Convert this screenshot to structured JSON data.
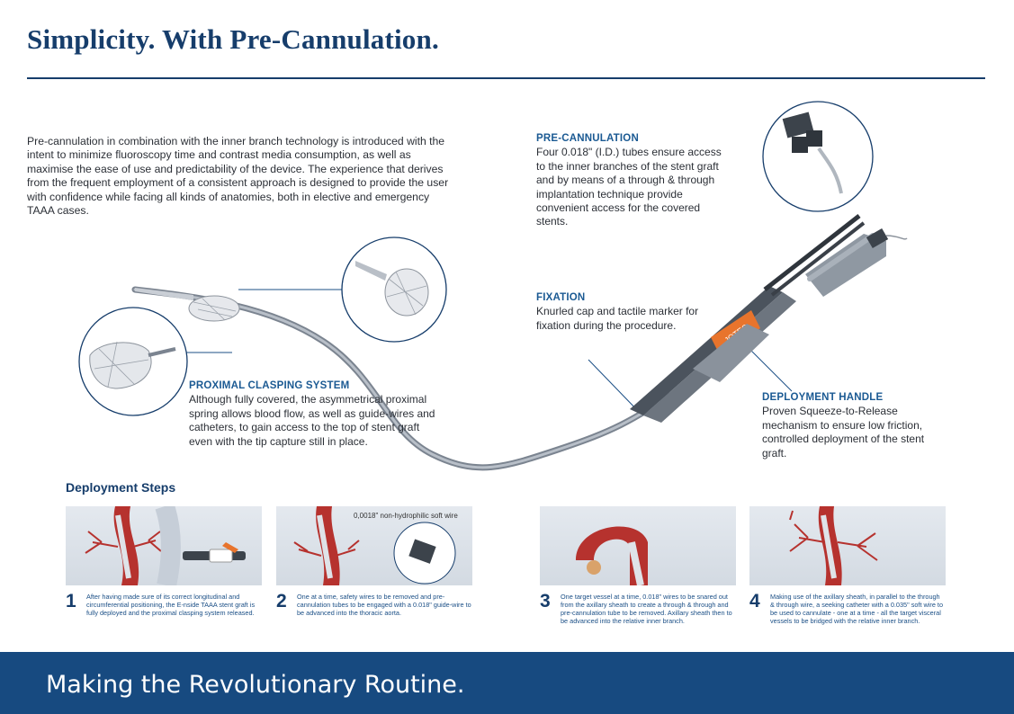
{
  "title": "Simplicity. With Pre-Cannulation.",
  "intro": "Pre-cannulation in combination with the inner branch technology is introduced with the intent to minimize fluoroscopy time and contrast media consumption, as well as maximise the ease of use and predictability of the device. The experience that derives from the frequent employment of a consistent approach is designed to provide the user with confidence while facing all kinds of anatomies, both in elective and emergency TAAA cases.",
  "callouts": {
    "pre_cannulation": {
      "heading": "PRE-CANNULATION",
      "body": "Four 0.018\" (I.D.) tubes ensure access to the inner branches of the stent graft and by means of a through & through implantation technique provide convenient access for the covered stents."
    },
    "fixation": {
      "heading": "FIXATION",
      "body": "Knurled cap and tactile marker for fixation during the procedure."
    },
    "proximal": {
      "heading": "PROXIMAL CLASPING SYSTEM",
      "body": "Although fully covered, the asymmetrical proximal spring allows blood flow, as well as guide-wires and catheters, to gain access to the top of stent graft even with the tip capture still in place."
    },
    "deployment_handle": {
      "heading": "DEPLOYMENT HANDLE",
      "body": "Proven Squeeze-to-Release mechanism to ensure low friction, controlled deployment of the stent graft."
    }
  },
  "device_brand": "JOTEC",
  "steps_title": "Deployment Steps",
  "wire_label": "0,0018\" non-hydrophilic soft wire",
  "steps": [
    {
      "number": "1",
      "text": "After having made sure of its correct longitudinal and circumferential positioning, the E-nside TAAA stent graft is fully deployed and the proximal clasping system released."
    },
    {
      "number": "2",
      "text": "One at a time, safety wires to be removed and pre-cannulation tubes to be engaged with a 0.018\" guide-wire to be advanced into the thoracic aorta."
    },
    {
      "number": "3",
      "text": "One target vessel at a time, 0.018\" wires to be snared out from the axillary sheath to create a through & through and pre-cannulation tube to be removed. Axillary sheath then to be advanced into the relative inner branch."
    },
    {
      "number": "4",
      "text": "Making use of the axillary sheath, in parallel to the through & through wire, a seeking catheter with a 0.035\" soft wire to be used to cannulate - one at a time - all the target visceral vessels to be bridged with the relative inner branch."
    }
  ],
  "footer": "Making the Revolutionary Routine.",
  "colors": {
    "brand_blue": "#163d6b",
    "accent_blue": "#1b5a93",
    "footer_bg": "#174a80",
    "handle_orange": "#e8742c"
  }
}
